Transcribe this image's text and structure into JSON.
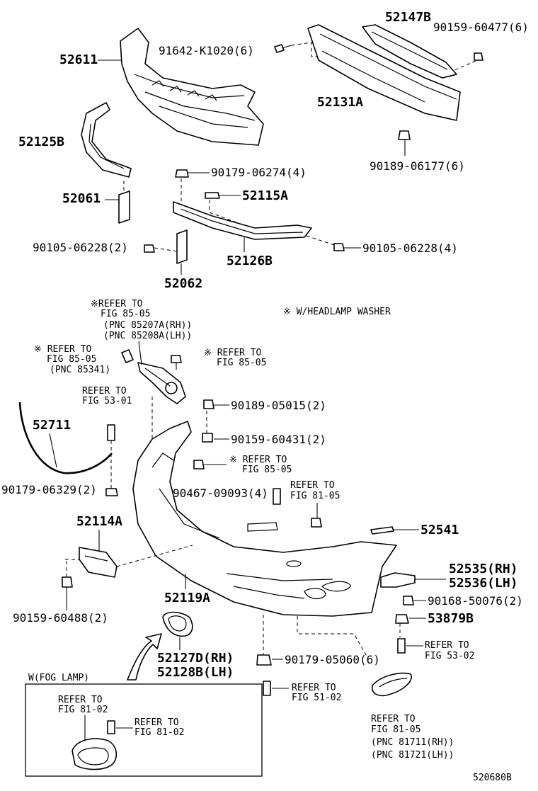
{
  "labels": {
    "p52611": "52611",
    "p52147B": "52147B",
    "p90159_60477": "90159-60477(6)",
    "p91642_K1020": "91642-K1020(6)",
    "p52131A": "52131A",
    "p90189_06177": "90189-06177(6)",
    "p52125B": "52125B",
    "p90179_06274": "90179-06274(4)",
    "p52115A": "52115A",
    "p52061": "52061",
    "p90105_06228_2": "90105-06228(2)",
    "p90105_06228_4": "90105-06228(4)",
    "p52126B": "52126B",
    "p52062": "52062",
    "p52711": "52711",
    "p90189_05015": "90189-05015(2)",
    "p90159_60431": "90159-60431(2)",
    "p90179_06329": "90179-06329(2)",
    "p90467_09093": "90467-09093(4)",
    "p52541": "52541",
    "p52114A": "52114A",
    "p52535": "52535(RH)",
    "p52536": "52536(LH)",
    "p90168_50076": "90168-50076(2)",
    "p52119A": "52119A",
    "p90159_60488": "90159-60488(2)",
    "p53879B": "53879B",
    "p52127D": "52127D(RH)",
    "p52128B": "52128B(LH)",
    "p90179_05060": "90179-05060(6)"
  },
  "refs": {
    "r1_l1": "※REFER TO",
    "r1_l2": "FIG 85-05",
    "r1_l3": "(PNC 85207A(RH))",
    "r1_l4": "(PNC 85208A(LH))",
    "washer_note": "※ W/HEADLAMP WASHER",
    "r2_l1": "※ REFER TO",
    "r2_l2": "FIG 85-05",
    "r2_l3": "(PNC 85341)",
    "r3_l1": "※ REFER TO",
    "r3_l2": "FIG 85-05",
    "r4_l1": "REFER TO",
    "r4_l2": "FIG 53-01",
    "r5_l1": "※ REFER TO",
    "r5_l2": "FIG 85-05",
    "r6_l1": "REFER TO",
    "r6_l2": "FIG 81-05",
    "r7_l1": "REFER TO",
    "r7_l2": "FIG 53-02",
    "r8_l1": "REFER TO",
    "r8_l2": "FIG 51-02",
    "r9_l1": "REFER TO",
    "r9_l2": "FIG 81-05",
    "r9_l3": "(PNC 81711(RH))",
    "r9_l4": "(PNC 81721(LH))",
    "fog_title": "W(FOG LAMP)",
    "fog_r1_l1": "REFER TO",
    "fog_r1_l2": "FIG 81-02",
    "fog_r2_l1": "REFER TO",
    "fog_r2_l2": "FIG 81-02"
  },
  "diagram_id": "520680B"
}
